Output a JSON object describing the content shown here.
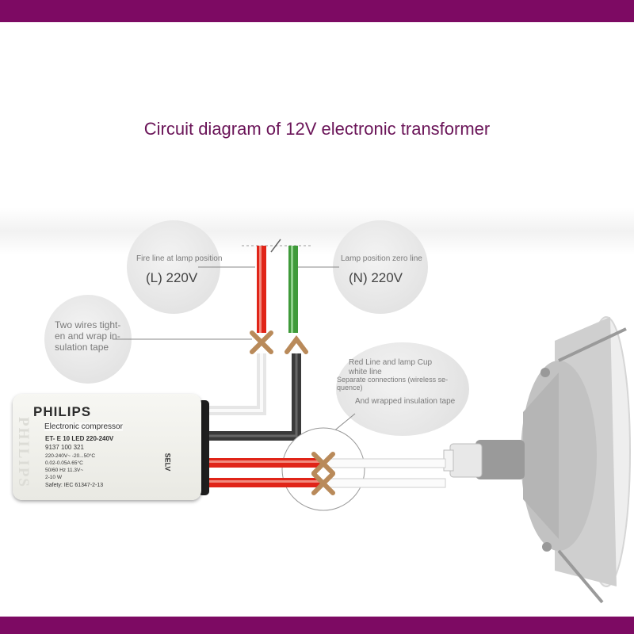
{
  "title": "Circuit diagram of 12V electronic transformer",
  "callouts": {
    "fire": {
      "caption": "Fire line at lamp position",
      "value": "(L) 220V"
    },
    "zero": {
      "caption": "Lamp position zero line",
      "value": "(N) 220V"
    },
    "tighten": {
      "text": "Two wires tight-\nen and wrap in-\nsulation tape"
    },
    "connect": {
      "line1": "Red Line and lamp Cup\nwhite line",
      "line2": "Separate connections (wireless se-\nquence)",
      "line3": "And wrapped insulation tape"
    }
  },
  "device": {
    "brand": "PHILIPS",
    "label": "Electronic compressor",
    "model": "ET- E 10 LED 220-240V",
    "code": "9137 100 321",
    "spec_rows": [
      "220-240V~  -20...50°C",
      "0.02-0.05A   65°C",
      "50/60 Hz   11.3V~",
      "2-10 W"
    ],
    "safety": "Safety: IEC 61347-2-13",
    "selv": "SELV"
  },
  "colors": {
    "band": "#7d0a63",
    "title": "#6a1458",
    "live_wire": "#e02418",
    "neutral_wire": "#3f9a3a",
    "tape": "#b98a5a"
  },
  "icons": [
    "wire-junction-icon",
    "cut-mark-icon",
    "lamp-icon",
    "transformer-icon"
  ]
}
